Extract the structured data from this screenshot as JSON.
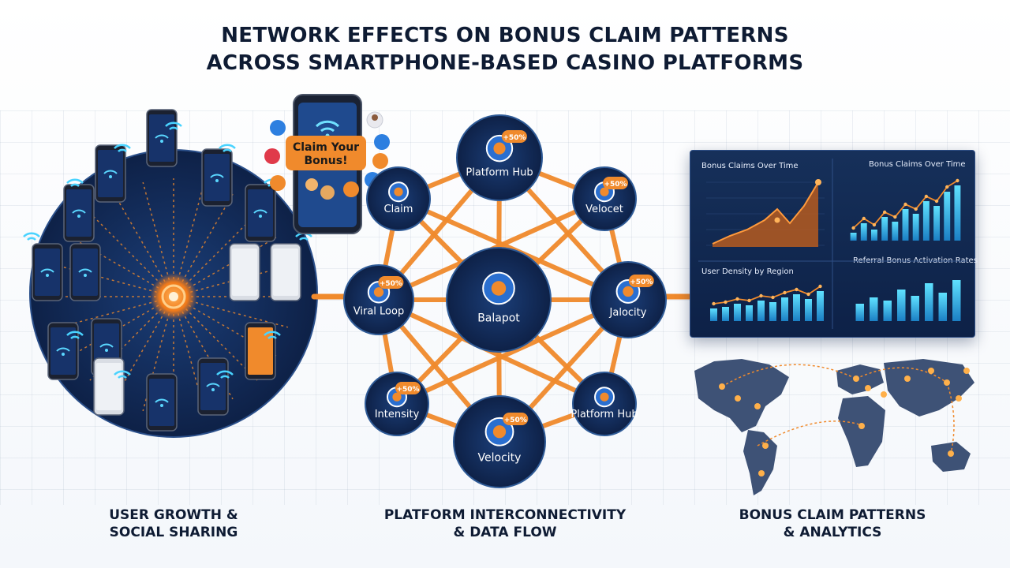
{
  "title": {
    "line1": "NETWORK EFFECTS ON BONUS CLAIM PATTERNS",
    "line2": "ACROSS SMARTPHONE-BASED CASINO PLATFORMS"
  },
  "phone_popup": {
    "line1": "Claim Your",
    "line2": "Bonus!"
  },
  "nodes": [
    {
      "label": "Platform Hub",
      "badge": "+50%"
    },
    {
      "label": "Claim",
      "badge": ""
    },
    {
      "label": "Velocet",
      "badge": "+50%"
    },
    {
      "label": "Viral Loop",
      "badge": "+50%"
    },
    {
      "label": "Balapot",
      "badge": ""
    },
    {
      "label": "Jalocity",
      "badge": "+50%"
    },
    {
      "label": "Intensity",
      "badge": "+50%"
    },
    {
      "label": "Velocity",
      "badge": "+50%"
    },
    {
      "label": "Platform Hub",
      "badge": ""
    }
  ],
  "dashboard": {
    "panel1": "Bonus Claims Over Time",
    "panel2": "Bonus Claims Over Time",
    "panel3": "User Density by Region",
    "panel4": "Referral Bonus Activation Rates"
  },
  "captions": {
    "left": [
      "USER GROWTH &",
      "SOCIAL SHARING"
    ],
    "center": [
      "PLATFORM INTERCONNECTIVITY",
      "& DATA FLOW"
    ],
    "right": [
      "BONUS CLAIM PATTERNS",
      "& ANALYTICS"
    ]
  },
  "colors": {
    "navy": "#0f2348",
    "orange": "#f08a2c",
    "cyan": "#39c8f2",
    "map": "#3e5276"
  }
}
